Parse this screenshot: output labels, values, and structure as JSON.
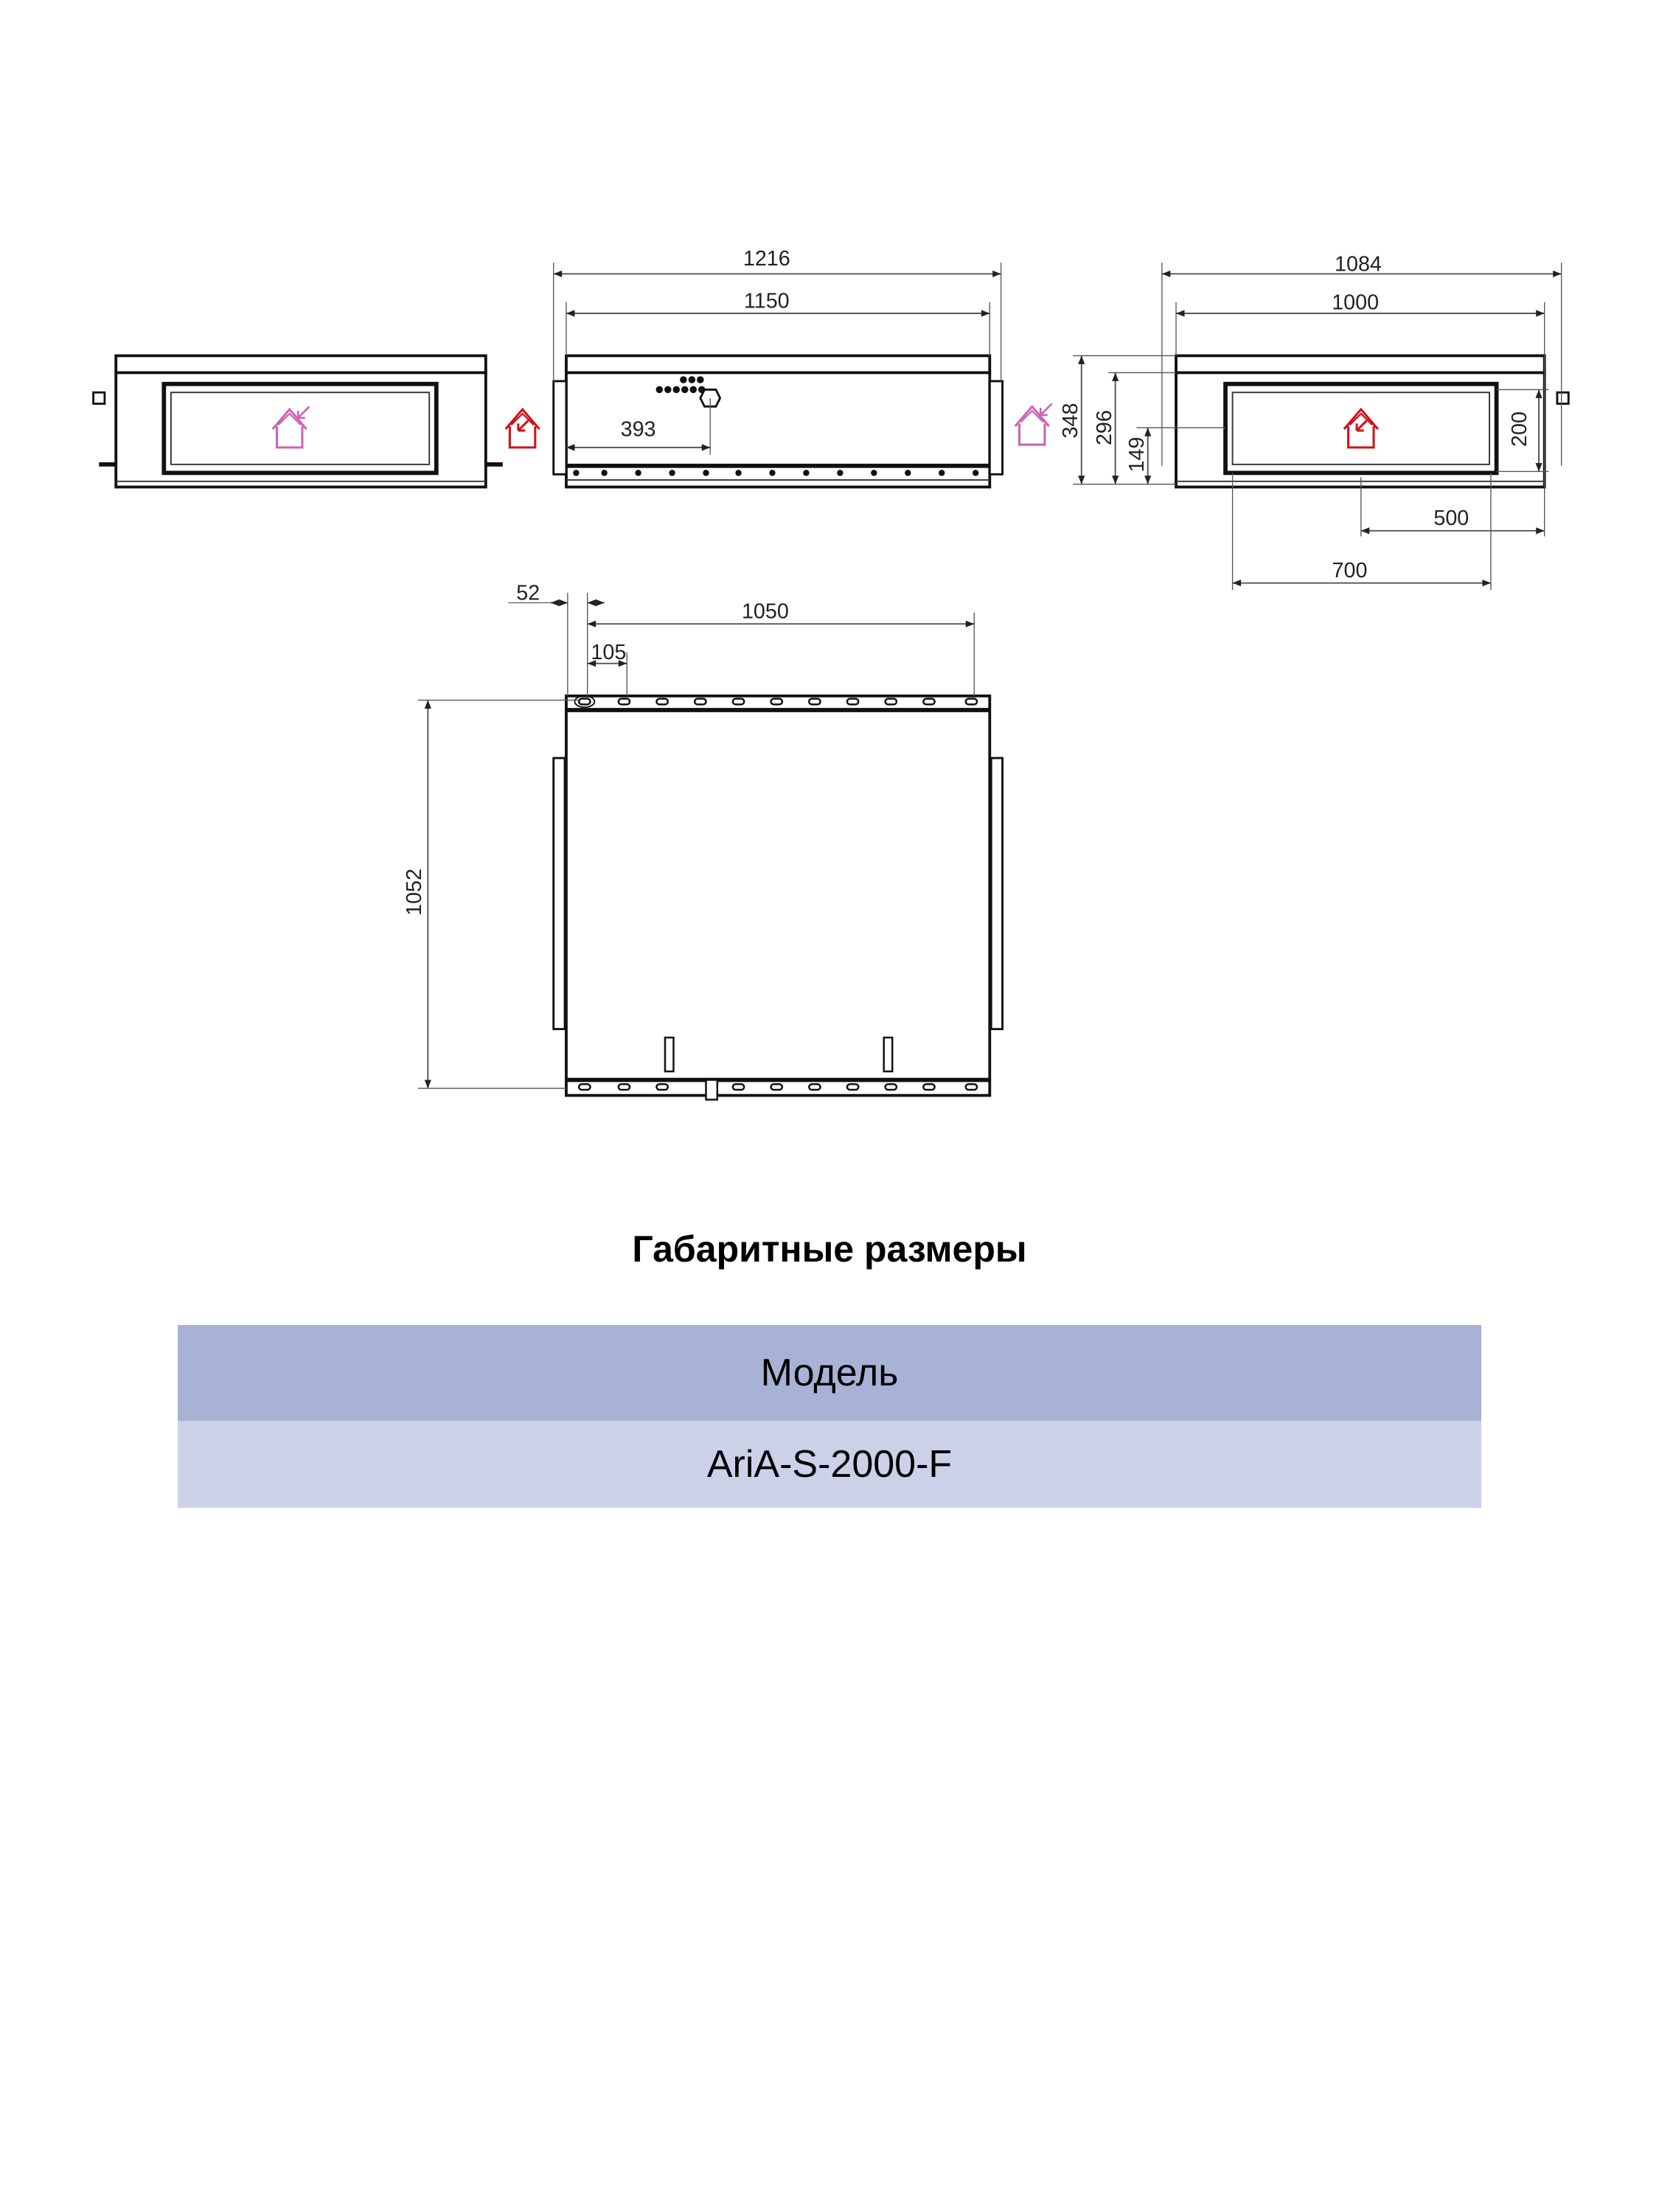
{
  "drawing": {
    "dims": {
      "front_overall_width": "1216",
      "front_body_width": "1150",
      "front_port_offset": "393",
      "side_overall_width": "1084",
      "side_body_width": "1000",
      "side_height": "348",
      "side_body_height": "296",
      "side_duct_center": "149",
      "side_duct_height": "200",
      "side_duct_offset": "500",
      "side_duct_width": "700",
      "top_edge_offset": "52",
      "top_hole_span": "1050",
      "top_hole_pitch": "105",
      "top_depth": "1052"
    },
    "icons": {
      "supply_color": "#c966b4",
      "exhaust_color": "#d0121b"
    }
  },
  "section_title": "Габаритные размеры",
  "table": {
    "header": "Модель",
    "rows": [
      "AriA-S-2000-F"
    ],
    "header_color": "#a8b2d5",
    "row_color": "#cbd2e8"
  }
}
